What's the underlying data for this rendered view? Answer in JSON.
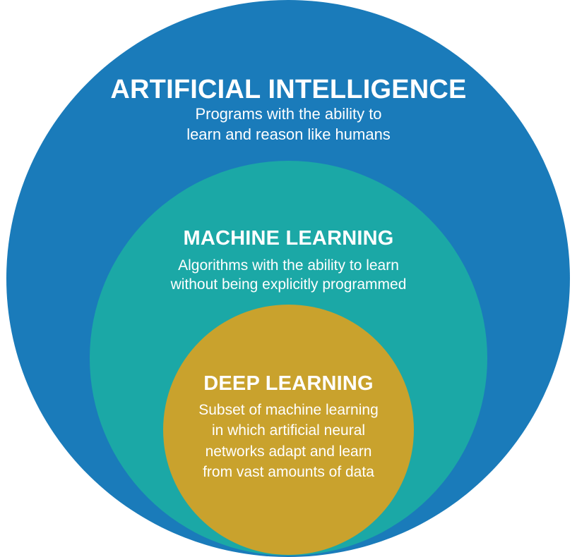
{
  "colors": {
    "artificial_intelligence": "#1a7bba",
    "machine_learning": "#1ba8a6",
    "deep_learning": "#c9a22d",
    "text": "#ffffff"
  },
  "artificial_intelligence": {
    "title": "ARTIFICIAL INTELLIGENCE",
    "description": [
      "Programs with the ability to",
      "learn and reason like humans"
    ]
  },
  "machine_learning": {
    "title": "MACHINE LEARNING",
    "description": [
      "Algorithms with the ability to learn",
      "without being explicitly programmed"
    ]
  },
  "deep_learning": {
    "title": "DEEP LEARNING",
    "description": [
      "Subset of machine learning",
      "in which artificial neural",
      "networks adapt and learn",
      "from vast amounts of data"
    ]
  }
}
